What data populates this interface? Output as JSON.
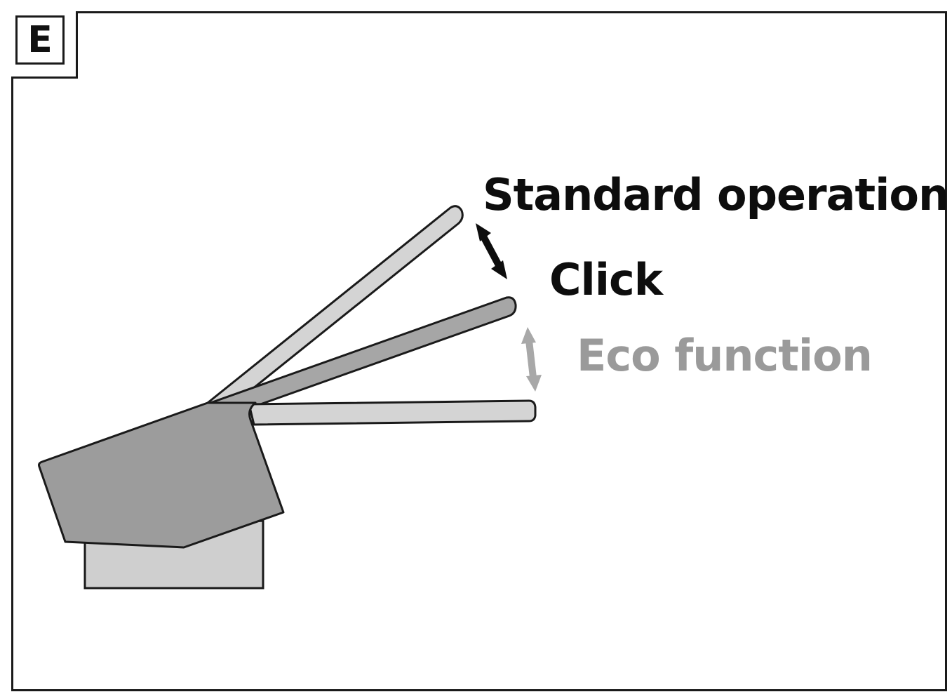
{
  "panel": {
    "letter": "E"
  },
  "labels": {
    "standard_operation": "Standard operation",
    "click": "Click",
    "eco_function": "Eco function"
  },
  "colors": {
    "outline": "#1a1a1a",
    "lever_light": "#d4d4d4",
    "lever_mid": "#a6a6a6",
    "body_dark": "#9c9c9c",
    "base_light": "#cfcfcf",
    "arrow_black": "#0d0d0d",
    "arrow_grey": "#a8a8a8",
    "eco_text": "#9a9a9a"
  },
  "icons": {
    "standard_arrow": "double-arrow-icon",
    "eco_arrow": "double-arrow-icon"
  }
}
